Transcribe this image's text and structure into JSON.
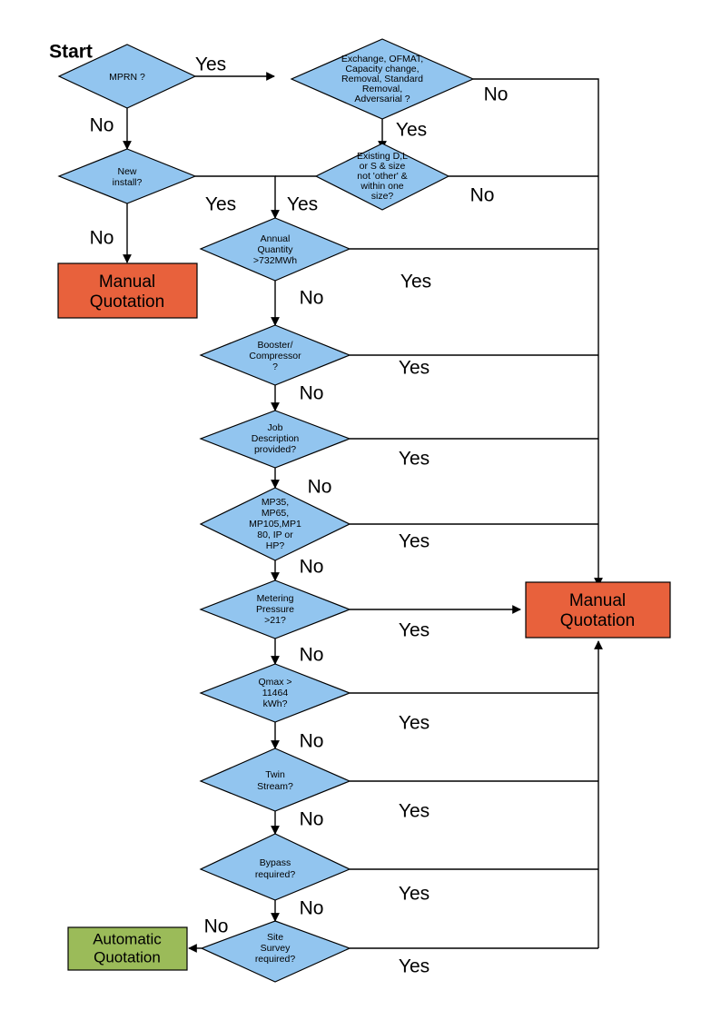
{
  "diagram": {
    "title_label": "Start",
    "colors": {
      "decision_fill": "#92C5EF",
      "manual_fill": "#E8613C",
      "automatic_fill": "#9BBB59",
      "stroke": "#000000",
      "background": "#FFFFFF"
    },
    "nodes": [
      {
        "id": "mprn",
        "type": "decision",
        "lines": [
          "MPRN ?"
        ]
      },
      {
        "id": "exchange",
        "type": "decision",
        "lines": [
          "Exchange, OFMAT,",
          "Capacity change,",
          "Removal, Standard",
          "Removal,",
          "Adversarial ?"
        ]
      },
      {
        "id": "newinstall",
        "type": "decision",
        "lines": [
          "New",
          "install?"
        ]
      },
      {
        "id": "existing",
        "type": "decision",
        "lines": [
          "Existing D,L",
          "or S & size",
          "not 'other' &",
          "within one",
          "size?"
        ]
      },
      {
        "id": "annual",
        "type": "decision",
        "lines": [
          "Annual",
          "Quantity",
          ">732MWh"
        ]
      },
      {
        "id": "booster",
        "type": "decision",
        "lines": [
          "Booster/",
          "Compressor",
          "?"
        ]
      },
      {
        "id": "jobdesc",
        "type": "decision",
        "lines": [
          "Job",
          "Description",
          "provided?"
        ]
      },
      {
        "id": "mpcodes",
        "type": "decision",
        "lines": [
          "MP35,",
          "MP65,",
          "MP105,MP1",
          "80, IP or",
          "HP?"
        ]
      },
      {
        "id": "metering",
        "type": "decision",
        "lines": [
          "Metering",
          "Pressure",
          ">21?"
        ]
      },
      {
        "id": "qmax",
        "type": "decision",
        "lines": [
          "Qmax >",
          "11464",
          "kWh?"
        ]
      },
      {
        "id": "twin",
        "type": "decision",
        "lines": [
          "Twin",
          "Stream?"
        ]
      },
      {
        "id": "bypass",
        "type": "decision",
        "lines": [
          "Bypass",
          "required?"
        ]
      },
      {
        "id": "sitesurvey",
        "type": "decision",
        "lines": [
          "Site",
          "Survey",
          "required?"
        ]
      },
      {
        "id": "manual_left",
        "type": "terminal-manual",
        "lines": [
          "Manual",
          "Quotation"
        ]
      },
      {
        "id": "manual_right",
        "type": "terminal-manual",
        "lines": [
          "Manual",
          "Quotation"
        ]
      },
      {
        "id": "automatic",
        "type": "terminal-auto",
        "lines": [
          "Automatic",
          "Quotation"
        ]
      }
    ],
    "edge_labels": {
      "mprn_yes": "Yes",
      "mprn_no": "No",
      "exchange_no": "No",
      "exchange_yes": "Yes",
      "newinstall_yes": "Yes",
      "newinstall_no": "No",
      "existing_yes": "Yes",
      "existing_no": "No",
      "annual_yes": "Yes",
      "annual_no": "No",
      "booster_yes": "Yes",
      "booster_no": "No",
      "jobdesc_yes": "Yes",
      "jobdesc_no": "No",
      "mpcodes_yes": "Yes",
      "mpcodes_no": "No",
      "metering_yes": "Yes",
      "metering_no": "No",
      "qmax_yes": "Yes",
      "qmax_no": "No",
      "twin_yes": "Yes",
      "twin_no": "No",
      "bypass_yes": "Yes",
      "bypass_no": "No",
      "sitesurvey_yes": "Yes",
      "sitesurvey_no": "No"
    }
  }
}
